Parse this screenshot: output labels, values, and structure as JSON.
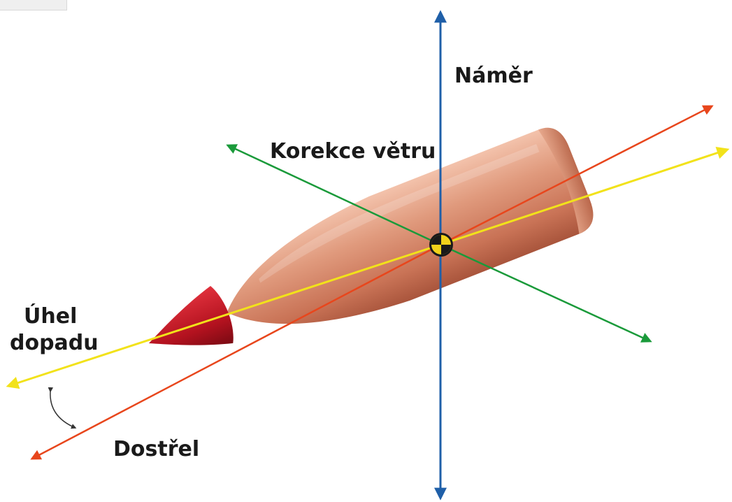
{
  "labels": {
    "elevation": "Náměr",
    "windage": "Korekce větru",
    "impact_angle_line1": "Úhel",
    "impact_angle_line2": "dopadu",
    "range": "Dostřel"
  },
  "colors": {
    "elevation_axis": "#1f5fa8",
    "windage_axis": "#1a9a3a",
    "range_axis": "#e8461c",
    "impact_axis": "#f2e21a",
    "bullet_body": "#d98a6c",
    "bullet_tip": "#b3121f",
    "label_text": "#1a1a1a"
  }
}
